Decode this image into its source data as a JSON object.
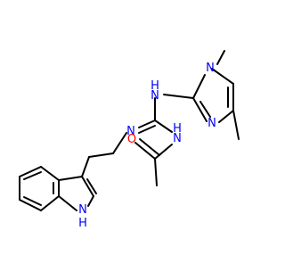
{
  "molecule": {
    "atom_labels": {
      "nh_upper": "H",
      "nh_upper_n": "N",
      "pyrimidine_n_top": "N",
      "pyrimidine_n_bottom": "N",
      "imine_n": "N",
      "amide_n": "N",
      "amide_h": "H",
      "amide_o": "O",
      "indole_n": "N",
      "indole_h": "H"
    },
    "colors": {
      "bond": "#000000",
      "nitrogen": "#0000ff",
      "oxygen": "#ff0000"
    }
  }
}
